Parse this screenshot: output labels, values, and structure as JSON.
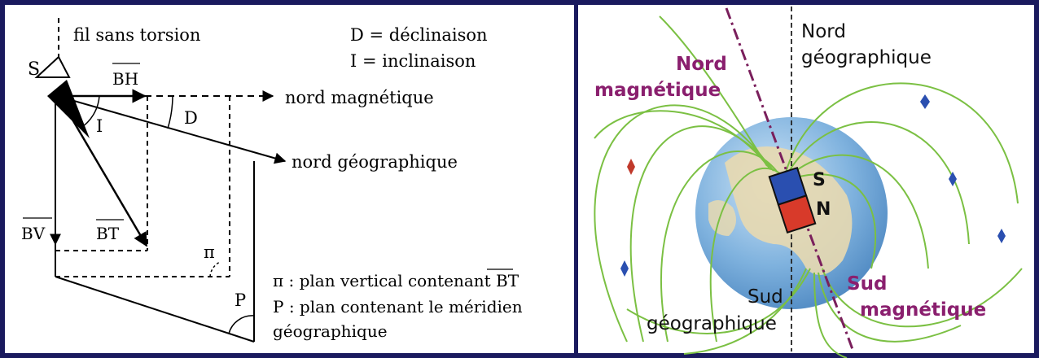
{
  "left_panel": {
    "labels": {
      "fil": "fil sans torsion",
      "s_letter": "S",
      "d_def": "D = déclinaison",
      "i_def": "I = inclinaison",
      "bh": "BH",
      "d_angle": "D",
      "nord_mag": "nord magnétique",
      "i_angle": "I",
      "nord_geo": "nord géographique",
      "bv": "BV",
      "bt": "BT",
      "pi": "π",
      "pi_def": "π : plan vertical contenant BT",
      "p_letter": "P",
      "p_def_1": "P : plan contenant le méridien",
      "p_def_2": "géographique"
    }
  },
  "right_panel": {
    "labels": {
      "nord_mag_1": "Nord",
      "nord_mag_2": "magnétique",
      "nord_geo_1": "Nord",
      "nord_geo_2": "géographique",
      "s_pole": "S",
      "n_pole": "N",
      "sud_geo_1": "Sud",
      "sud_geo_2": "géographique",
      "sud_mag_1": "Sud",
      "sud_mag_2": "magnétique"
    },
    "colors": {
      "field_lines": "#7bc043",
      "magnetic_axis": "#7a1f5c",
      "magnetic_text": "#8a1f6e",
      "earth_ocean": "#6fa8dc",
      "land": "#e8d9b0",
      "magnet_blue": "#2a4fb0",
      "magnet_red": "#d83a2a"
    }
  }
}
